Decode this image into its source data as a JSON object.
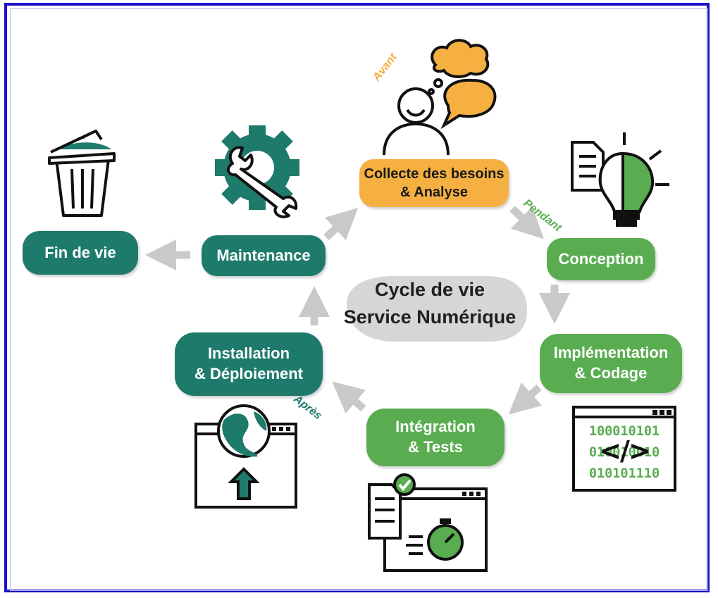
{
  "diagram": {
    "title_line1": "Cycle de vie",
    "title_line2": "Service Numérique",
    "phases": {
      "avant": "Avant",
      "pendant": "Pendant",
      "apres": "Après"
    },
    "steps": {
      "collecte": {
        "line1": "Collecte des besoins",
        "line2": "& Analyse"
      },
      "conception": {
        "line1": "Conception"
      },
      "implementation": {
        "line1": "Implémentation",
        "line2": "& Codage"
      },
      "integration": {
        "line1": "Intégration",
        "line2": "& Tests"
      },
      "installation": {
        "line1": "Installation",
        "line2": "& Déploiement"
      },
      "maintenance": {
        "line1": "Maintenance"
      },
      "fin": {
        "line1": "Fin de vie"
      }
    },
    "binary_rows": [
      "100010101",
      "010010010",
      "010101110"
    ],
    "code_symbol": "</>"
  },
  "colors": {
    "teal": "#1e7b6c",
    "green": "#59ad50",
    "orange": "#f5b041",
    "arrow": "#c9c9c9",
    "frame": "#1b12c9"
  },
  "icons": [
    "trash-icon",
    "gear-wrench-icon",
    "thinking-person-icon",
    "lightbulb-document-icon",
    "binary-code-window-icon",
    "test-window-icon",
    "globe-upload-window-icon"
  ]
}
